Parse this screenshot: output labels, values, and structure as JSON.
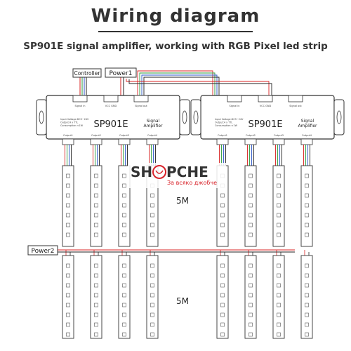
{
  "title": "Wiring diagram",
  "subtitle": "SP901E signal amplifier, working with RGB Pixel led strip",
  "labels": {
    "controller": "Controller",
    "power1": "Power1",
    "power2": "Power2",
    "length_top": "5M",
    "length_bottom": "5M"
  },
  "device": {
    "model": "SP901E",
    "type_line1": "Signal",
    "type_line2": "Amplifier",
    "signal_in": "Signal in",
    "vcc_gnd": "VCC GND",
    "signal_out": "Signal out",
    "specs": [
      "Input Voltage:DC5~24V",
      "Output:4 x TTL",
      "Consumption:<1W"
    ],
    "outputs": [
      "Output1",
      "Output2",
      "Output3",
      "Output4"
    ]
  },
  "watermark": {
    "brand": "SHOPCHE",
    "tagline": "За всяко джобче"
  },
  "colors": {
    "outline": "#333333",
    "brand_red": "#d8232a",
    "wire_red": "#d92020",
    "wire_green": "#2b9a3a",
    "wire_blue": "#2c55c8",
    "wire_black": "#222222"
  }
}
